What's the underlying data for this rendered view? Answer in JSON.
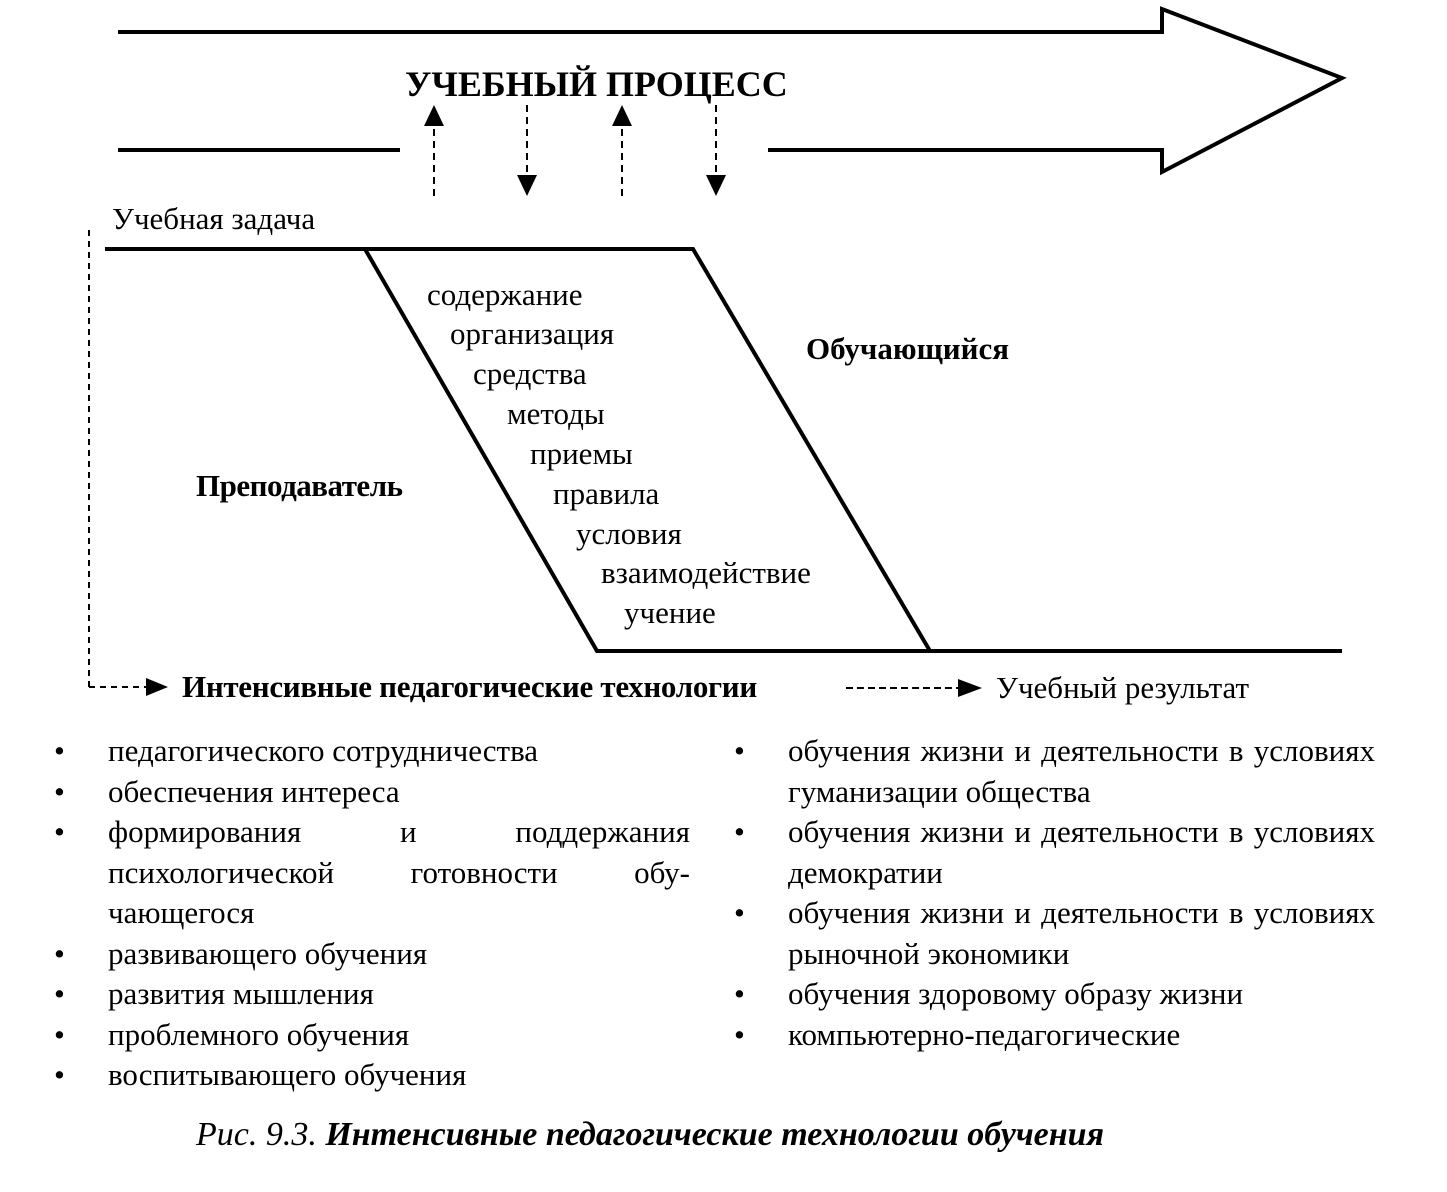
{
  "process": {
    "title": "УЧЕБНЫЙ ПРОЦЕСС"
  },
  "task_label": "Учебная задача",
  "learner_label": "Обучающийся",
  "teacher_label": "Преподаватель",
  "components": [
    "содержание",
    "организация",
    "средства",
    "методы",
    "приемы",
    "правила",
    "условия",
    "взаимодействие",
    "учение"
  ],
  "technologies_label": "Интенсивные педагогические технологии",
  "result_label": "Учебный результат",
  "bullet_glyph": "•",
  "list_left": [
    "педагогического сотрудничества",
    "обеспечения интереса",
    "формирования и поддержания психологической готовности обу-чающегося",
    "развивающего обучения",
    "развития мышления",
    "проблемного обучения",
    "воспитывающего обучения"
  ],
  "list_right": [
    "обучения жизни и деятельности в условиях гуманизации общества",
    "обучения жизни и деятельности в условиях демократии",
    "обучения жизни и деятельности в условиях рыночной экономики",
    "обучения здоровому образу жизни",
    "компьютерно-педагогические"
  ],
  "caption": {
    "prefix": "Рис. 9.3.",
    "title": "Интенсивные педагогические технологии обучения"
  }
}
